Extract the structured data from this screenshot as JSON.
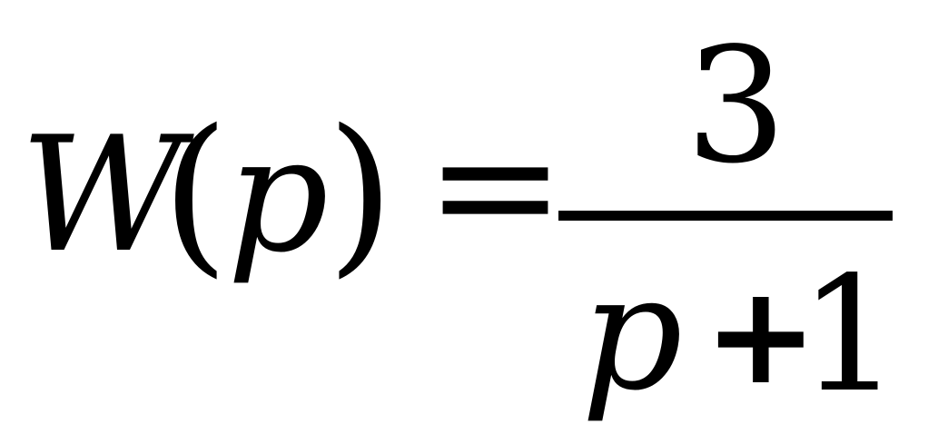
{
  "equation": {
    "lhs": {
      "function": "W",
      "open_paren": "(",
      "variable": "p",
      "close_paren": ")"
    },
    "equals": "=",
    "rhs": {
      "numerator": "3",
      "denominator": {
        "variable": "p",
        "operator": "+",
        "constant": "1"
      }
    }
  },
  "colors": {
    "text": "#000000",
    "background": "#ffffff"
  }
}
